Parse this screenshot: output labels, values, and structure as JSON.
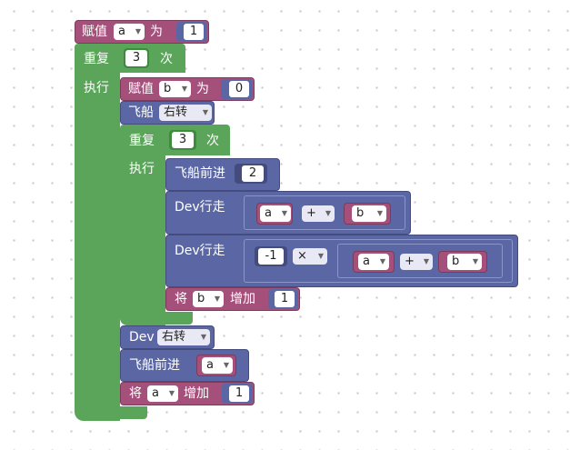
{
  "labels": {
    "set": "赋值",
    "to": "为",
    "repeat": "重复",
    "times": "次",
    "do": "执行",
    "ship": "飞船",
    "ship_forward": "飞船前进",
    "dev_walk": "Dev行走",
    "dev": "Dev",
    "change": "将",
    "increase": "增加"
  },
  "blocks": {
    "set_a": {
      "var": "a",
      "value": "1"
    },
    "repeat_outer": {
      "count": "3"
    },
    "set_b": {
      "var": "b",
      "value": "0"
    },
    "ship_turn": {
      "direction": "右转"
    },
    "repeat_inner": {
      "count": "3"
    },
    "ship_forward_1": {
      "value": "2"
    },
    "dev_walk_1": {
      "left": "a",
      "op": "+",
      "right": "b"
    },
    "dev_walk_2": {
      "factor": "-1",
      "op": "×",
      "left": "a",
      "op2": "+",
      "right": "b"
    },
    "change_b": {
      "var": "b",
      "value": "1"
    },
    "dev_turn": {
      "direction": "右转"
    },
    "ship_forward_2": {
      "var": "a"
    },
    "change_a": {
      "var": "a",
      "value": "1"
    }
  },
  "colors": {
    "variable": "#a5507a",
    "loop": "#5ba55b",
    "motion": "#5b67a5",
    "background": "#ffffff"
  }
}
